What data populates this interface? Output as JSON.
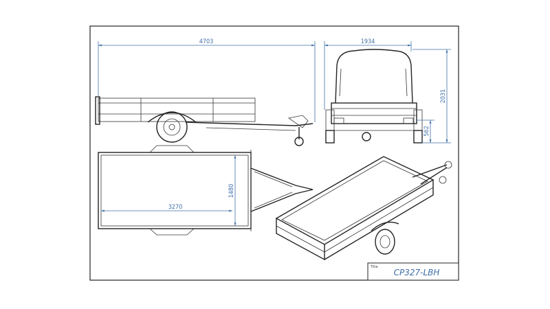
{
  "dimensions": {
    "overall_length": "4703",
    "overall_width": "1934",
    "overall_height": "2031",
    "bed_height": "562",
    "bed_width": "1480",
    "bed_length": "3270"
  },
  "title_block": {
    "label": "Title",
    "title": "CP327-LBH"
  },
  "colors": {
    "dimension": "#3f6fa8",
    "line": "#333333"
  }
}
